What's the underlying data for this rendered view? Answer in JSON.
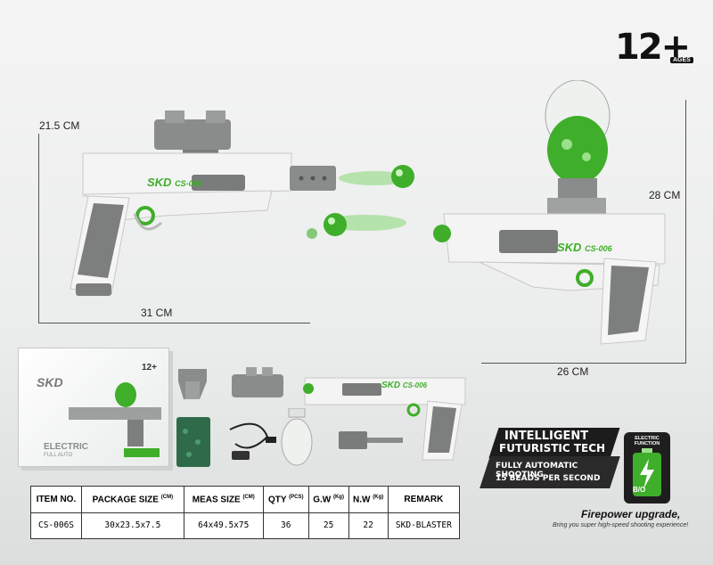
{
  "age": {
    "number": "12+",
    "label": "AGES"
  },
  "dimensions": {
    "left_height": "21.5 CM",
    "left_width": "31 CM",
    "right_height": "28 CM",
    "right_width": "26 CM"
  },
  "product": {
    "brand": "SKD",
    "model": "CS-006"
  },
  "box": {
    "brand": "SKD",
    "line1": "ELECTRIC",
    "line2": "FULL AUTO",
    "age": "12+"
  },
  "features": {
    "headline1": "INTELLIGENT",
    "headline2": "FUTURISTIC TECH",
    "sub1": "FULLY AUTOMATIC SHOOTING",
    "sub2": "15 BEADS PER SECOND",
    "badge_title": "ELECTRIC FUNCTION",
    "badge_code": "B/O",
    "upgrade_title": "Firepower upgrade,",
    "upgrade_sub": "Bring you super high-speed shooting experience!"
  },
  "table": {
    "headers": [
      {
        "label": "ITEM NO.",
        "unit": ""
      },
      {
        "label": "PACKAGE SIZE",
        "unit": "(CM)"
      },
      {
        "label": "MEAS SIZE",
        "unit": "(CM)"
      },
      {
        "label": "QTY",
        "unit": "(PCS)"
      },
      {
        "label": "G.W",
        "unit": "(Kg)"
      },
      {
        "label": "N.W",
        "unit": "(Kg)"
      },
      {
        "label": "REMARK",
        "unit": ""
      }
    ],
    "row": [
      "CS-006S",
      "30x23.5x7.5",
      "64x49.5x75",
      "36",
      "25",
      "22",
      "SKD-BLASTER"
    ]
  },
  "colors": {
    "accent_green": "#3fae2a",
    "gun_gray": "#7a7c7c",
    "gun_white": "#f2f3f2"
  }
}
